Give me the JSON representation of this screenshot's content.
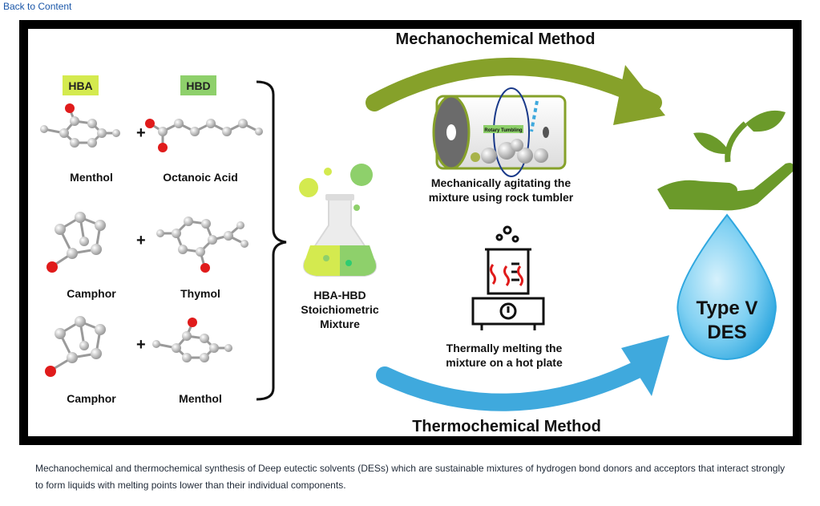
{
  "nav": {
    "back_label": "Back to Content"
  },
  "figure": {
    "hba_tag": "HBA",
    "hbd_tag": "HBD",
    "pairs": [
      {
        "hba": "Menthol",
        "hbd": "Octanoic Acid"
      },
      {
        "hba": "Camphor",
        "hbd": "Thymol"
      },
      {
        "hba": "Camphor",
        "hbd": "Menthol"
      }
    ],
    "plus": "+",
    "mixture_label": [
      "HBA-HBD",
      "Stoichiometric",
      "Mixture"
    ],
    "mechano_title": "Mechanochemical Method",
    "mechano_desc": [
      "Mechanically agitating the",
      "mixture using rock tumbler"
    ],
    "tumbler_tag": "Rotary Tumbling",
    "thermo_title": "Thermochemical Method",
    "thermo_desc": [
      "Thermally melting the",
      "mixture on a hot plate"
    ],
    "product_label": [
      "Type V",
      "DES"
    ],
    "colors": {
      "hba_tag": "#d4ea4f",
      "hbd_tag": "#8ed06b",
      "mechano_arrow": "#86a12a",
      "thermo_arrow": "#3fa9dd",
      "drop": "#5ec3ee",
      "plant": "#6b9a2a",
      "oxygen": "#e01b1b",
      "carbon": "#8a8a8a"
    }
  },
  "caption": "Mechanochemical and thermochemical synthesis of Deep eutectic solvents (DESs) which are sustainable mixtures of hydrogen bond donors and acceptors that interact strongly to form liquids with melting points lower than their individual components."
}
